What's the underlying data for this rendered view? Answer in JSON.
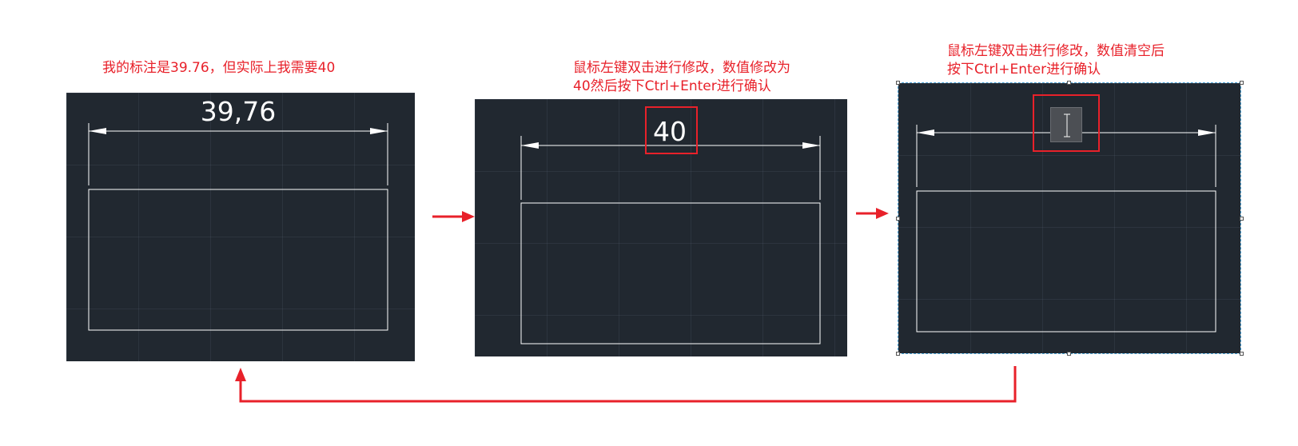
{
  "accent_color": "#e8212a",
  "panel_color": "#212830",
  "step1": {
    "caption": "我的标注是39.76，但实际上我需要40",
    "dimension_text": "39,76"
  },
  "step2": {
    "caption": "鼠标左键双击进行修改，数值修改为\n40然后按下Ctrl+Enter进行确认",
    "dimension_text": "40"
  },
  "step3": {
    "caption": "鼠标左键双击进行修改，数值清空后\n按下Ctrl+Enter进行确认",
    "cursor_icon": "text-cursor-icon"
  }
}
